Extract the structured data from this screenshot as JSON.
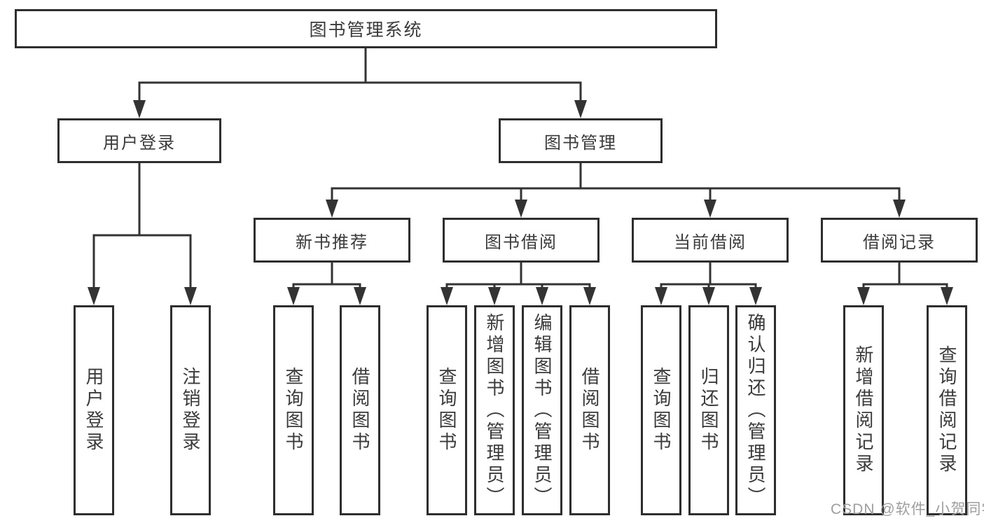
{
  "colors": {
    "line": "#333333",
    "border": "#2e2e2e",
    "text": "#3a3a3a",
    "watermark": "#9e9e9e",
    "bg": "#ffffff"
  },
  "watermark": "CSDN @软件_小贺同学",
  "tree": {
    "label": "图书管理系统",
    "children": [
      {
        "label": "用户登录",
        "children": [
          {
            "label": "用户登录"
          },
          {
            "label": "注销登录"
          }
        ]
      },
      {
        "label": "图书管理",
        "children": [
          {
            "label": "新书推荐",
            "children": [
              {
                "label": "查询图书"
              },
              {
                "label": "借阅图书"
              }
            ]
          },
          {
            "label": "图书借阅",
            "children": [
              {
                "label": "查询图书"
              },
              {
                "label": "新增图书（管理员）"
              },
              {
                "label": "编辑图书（管理员）"
              },
              {
                "label": "借阅图书"
              }
            ]
          },
          {
            "label": "当前借阅",
            "children": [
              {
                "label": "查询图书"
              },
              {
                "label": "归还图书"
              },
              {
                "label": "确认归还（管理员）"
              }
            ]
          },
          {
            "label": "借阅记录",
            "children": [
              {
                "label": "新增借阅记录"
              },
              {
                "label": "查询借阅记录"
              }
            ]
          }
        ]
      }
    ]
  }
}
